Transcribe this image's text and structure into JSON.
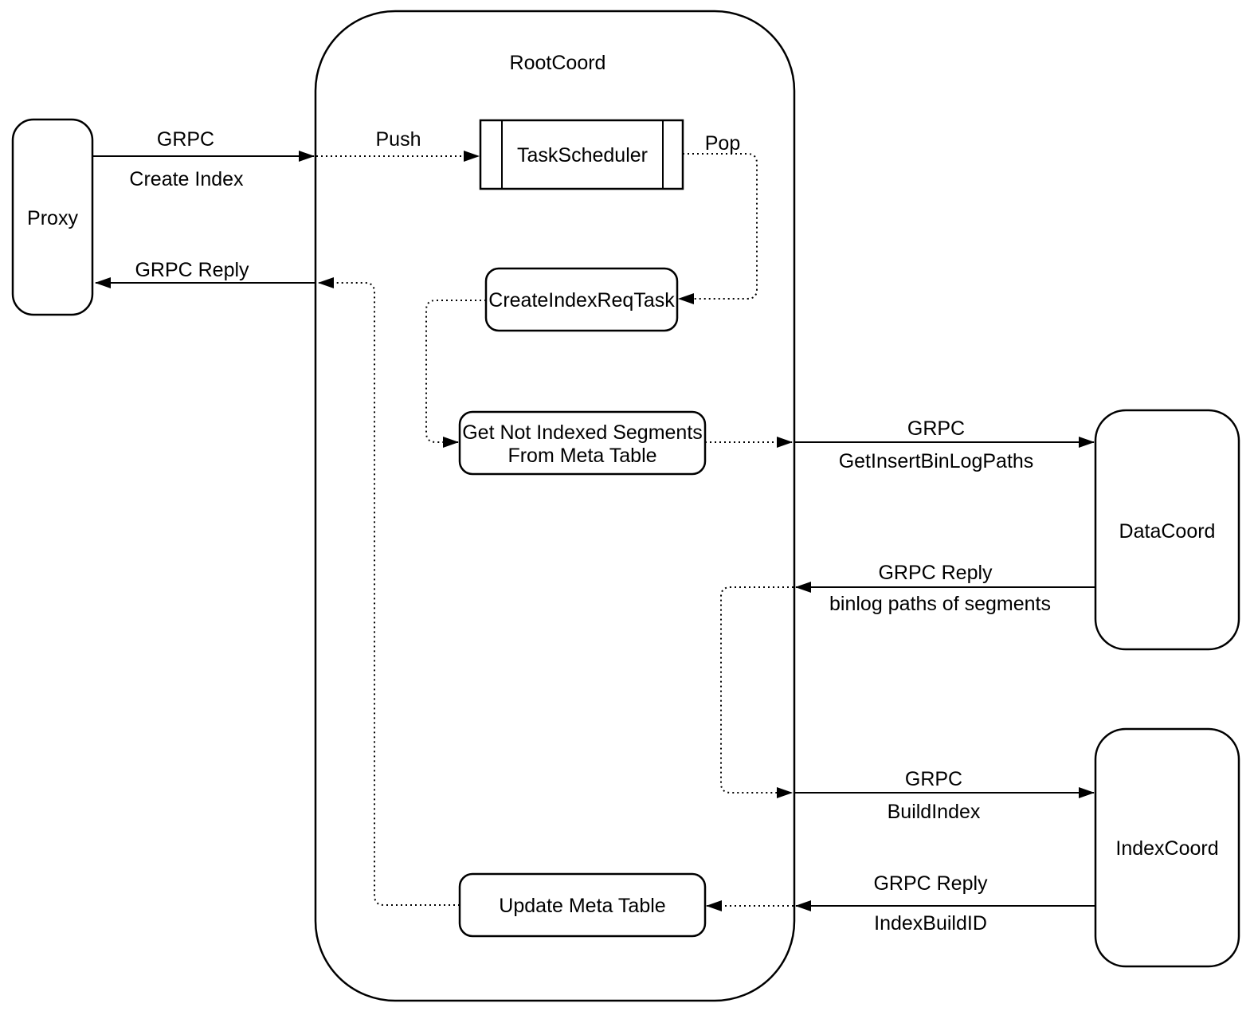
{
  "diagram": {
    "container": {
      "label": "RootCoord"
    },
    "nodes": {
      "proxy": {
        "label": "Proxy"
      },
      "task_scheduler": {
        "label": "TaskScheduler"
      },
      "create_index_req_task": {
        "label": "CreateIndexReqTask"
      },
      "get_not_indexed_segments": {
        "label_line1": "Get Not Indexed Segments",
        "label_line2": "From Meta Table"
      },
      "update_meta_table": {
        "label": "Update Meta Table"
      },
      "data_coord": {
        "label": "DataCoord"
      },
      "index_coord": {
        "label": "IndexCoord"
      }
    },
    "edges": {
      "proxy_to_rootcoord": {
        "protocol": "GRPC",
        "message": "Create Index"
      },
      "rootcoord_to_proxy": {
        "protocol": "GRPC Reply"
      },
      "push": {
        "label": "Push"
      },
      "pop": {
        "label": "Pop"
      },
      "rootcoord_to_datacoord": {
        "protocol": "GRPC",
        "message": "GetInsertBinLogPaths"
      },
      "datacoord_to_rootcoord": {
        "protocol": "GRPC Reply",
        "message": "binlog paths of segments"
      },
      "rootcoord_to_indexcoord": {
        "protocol": "GRPC",
        "message": "BuildIndex"
      },
      "indexcoord_to_rootcoord": {
        "protocol": "GRPC Reply",
        "message": "IndexBuildID"
      }
    },
    "colors": {
      "stroke": "#000000",
      "node_fill": "#ffffff",
      "background": "#ffffff"
    }
  }
}
